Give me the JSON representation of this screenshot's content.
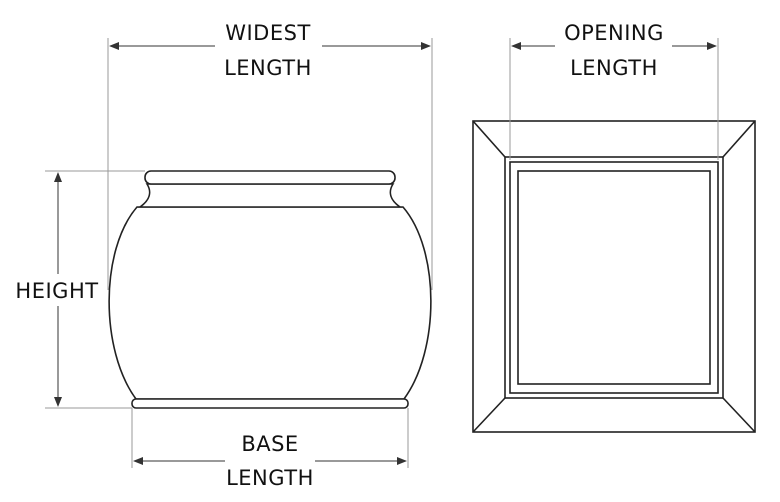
{
  "labels": {
    "widest": [
      "WIDEST",
      "LENGTH"
    ],
    "opening": [
      "OPENING",
      "LENGTH"
    ],
    "height": "HEIGHT",
    "base": [
      "BASE",
      "LENGTH"
    ]
  }
}
